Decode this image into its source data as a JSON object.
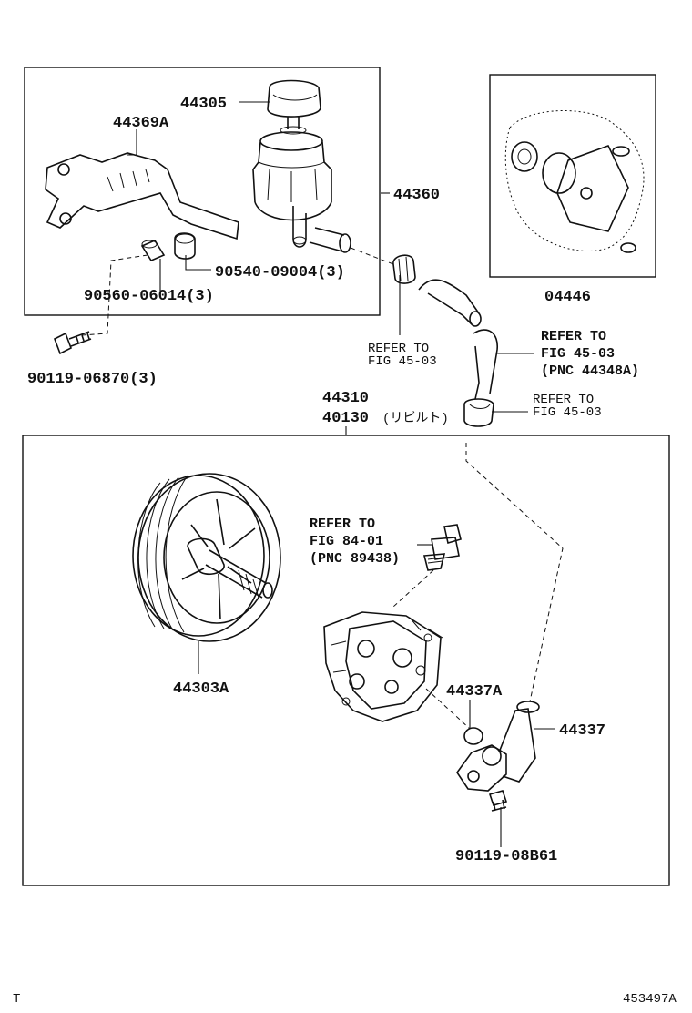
{
  "diagram": {
    "parts": {
      "reservoir_cap": "44305",
      "bracket": "44369A",
      "reservoir_assy": "44360",
      "grommet": "90540-09004(3)",
      "collar": "90560-06014(3)",
      "bolt_upper": "90119-06870(3)",
      "gasket_kit": "04446",
      "pump_assy": "44310",
      "pump_rebuilt": "40130",
      "rebuilt_note": "(リビルト)",
      "pulley": "44303A",
      "o_ring": "44337A",
      "union_tube": "44337",
      "bolt_lower": "90119-08B61"
    },
    "refer_notes": {
      "clip_left_line1": "REFER TO",
      "clip_left_line2": "FIG 45-03",
      "hose_line1": "REFER TO",
      "hose_line2": "FIG 45-03",
      "hose_line3": "(PNC 44348A)",
      "clip_right_line1": "REFER TO",
      "clip_right_line2": "FIG 45-03",
      "switch_line1": "REFER TO",
      "switch_line2": "FIG 84-01",
      "switch_line3": "(PNC 89438)"
    },
    "footer": {
      "left_mark": "T",
      "figure_id": "453497A"
    }
  }
}
